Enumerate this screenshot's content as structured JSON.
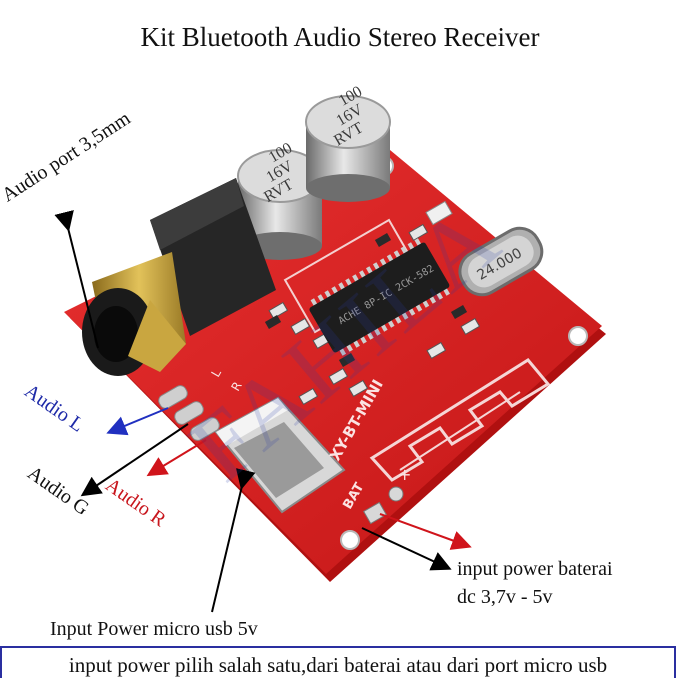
{
  "title": "Kit Bluetooth Audio Stereo Receiver",
  "labels": {
    "audio_port": "Audio port 3,5mm",
    "audio_l": "Audio L",
    "audio_g": "Audio G",
    "audio_r": "Audio R",
    "battery_line1": "input power baterai",
    "battery_line2": "dc 3,7v - 5v",
    "usb_power": "Input Power micro usb 5v"
  },
  "board_markings": {
    "cap1": [
      "100",
      "16V",
      "RVT"
    ],
    "cap2": [
      "100",
      "16V",
      "RVT"
    ],
    "crystal": "24.000",
    "board_name": "XY-BT-MINI",
    "pad_l": "L",
    "pad_r": "R",
    "bat": "BAT",
    "plus": "+"
  },
  "watermark": "FAHILA",
  "footer": "input power pilih salah satu,dari baterai atau dari port micro usb",
  "colors": {
    "board": "#d9201f",
    "label_blue": "#1e2aa8",
    "label_red": "#c8161d",
    "arrow_black": "#000000",
    "arrow_red": "#d0141b",
    "arrow_blue": "#2030c0"
  }
}
